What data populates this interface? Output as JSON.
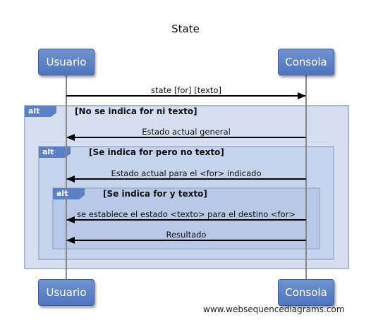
{
  "title": "State",
  "participants": [
    "Usuario",
    "Consola"
  ],
  "messages": [
    "state [for] [texto]",
    "Estado actual general",
    "Estado actual para el <for> indicado",
    "se establece el estado <texto> para el destino <for>",
    "Resultado"
  ],
  "fragments": [
    {
      "tag": "alt",
      "condition": "[No se indica for ni texto]"
    },
    {
      "tag": "alt",
      "condition": "[Se indica for pero no texto]"
    },
    {
      "tag": "alt",
      "condition": "[Se indica for y texto]"
    }
  ],
  "footer": "www.websequencediagrams.com",
  "colors": {
    "actor": "#5b80c4",
    "frame1": "#d6dff0",
    "frame2": "#c6d3ec",
    "frame3": "#b8c8e7",
    "frame_border": "#a9b8d8",
    "alt_tag": "#5b80c4"
  }
}
